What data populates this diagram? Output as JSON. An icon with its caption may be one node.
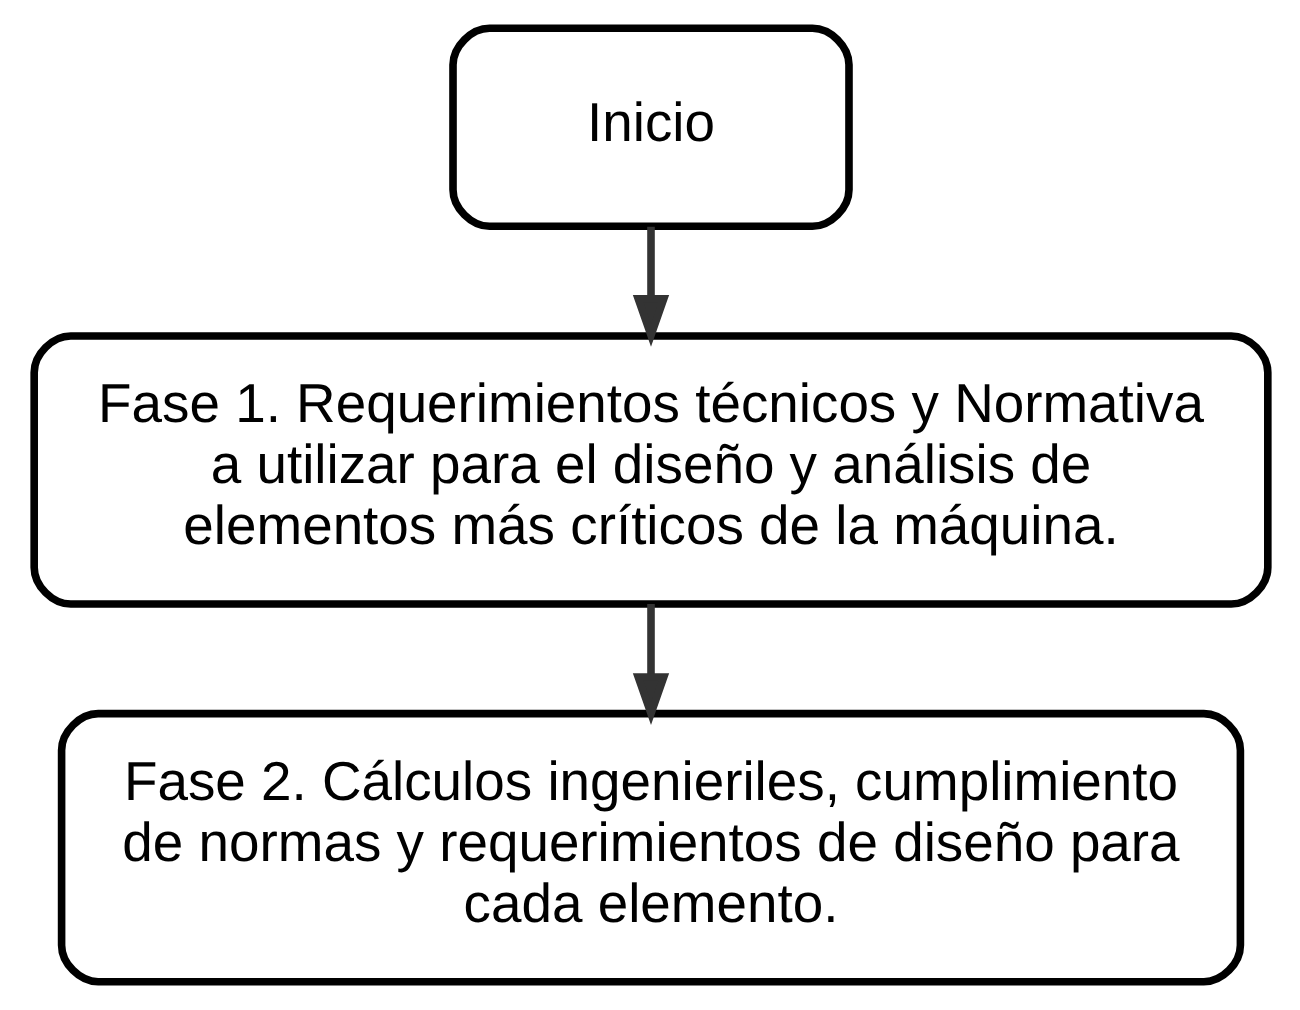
{
  "diagram": {
    "nodes": [
      {
        "text": [
          "Inicio"
        ]
      },
      {
        "text": [
          "Fase 1. Requerimientos técnicos y Normativa a utilizar para el diseño y análisis de elementos más críticos de la máquina."
        ]
      },
      {
        "text": [
          "Fase 2. Cálculos ingenieriles, cumplimiento de normas y requerimientos de diseño para cada elemento."
        ]
      }
    ],
    "edges": [
      {
        "from": 0,
        "to": 1,
        "arrow": "to"
      },
      {
        "from": 1,
        "to": 2,
        "arrow": "to"
      }
    ]
  }
}
